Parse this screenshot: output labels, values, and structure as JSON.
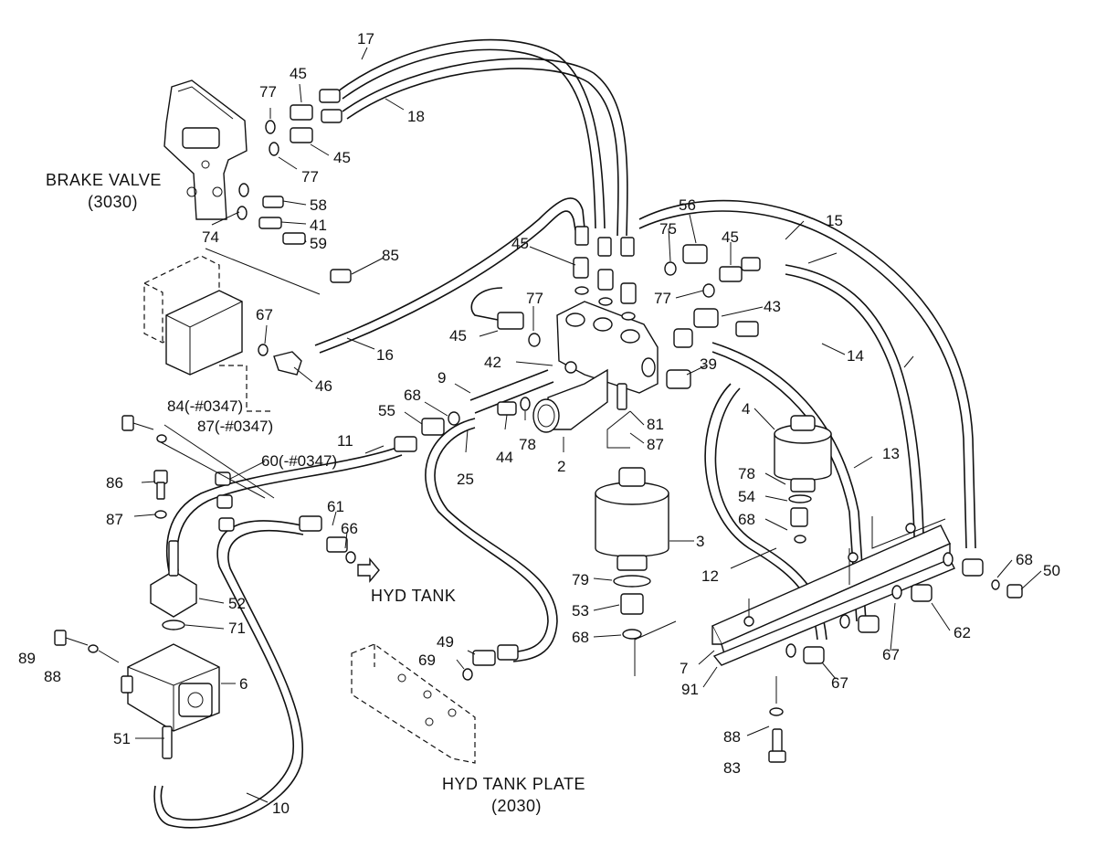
{
  "labels": {
    "brake_valve_title": "BRAKE VALVE",
    "brake_valve_ref": "(3030)",
    "hyd_tank": "HYD TANK",
    "hyd_tank_plate_title": "HYD TANK PLATE",
    "hyd_tank_plate_ref": "(2030)"
  },
  "callouts": {
    "c17": "17",
    "c18": "18",
    "c45a": "45",
    "c45b": "45",
    "c77a": "77",
    "c77b": "77",
    "c58": "58",
    "c41": "41",
    "c59": "59",
    "c74": "74",
    "c85": "85",
    "c67a": "67",
    "c46": "46",
    "c16": "16",
    "c84": "84(-#0347)",
    "c87a": "87(-#0347)",
    "c11": "11",
    "c60": "60(-#0347)",
    "c86": "86",
    "c87b": "87",
    "c61": "61",
    "c66": "66",
    "c52": "52",
    "c71": "71",
    "c89": "89",
    "c88a": "88",
    "c6": "6",
    "c51": "51",
    "c10": "10",
    "c49": "49",
    "c69": "69",
    "c68a": "68",
    "c55": "55",
    "c9": "9",
    "c25": "25",
    "c44": "44",
    "c78a": "78",
    "c2": "2",
    "c42": "42",
    "c45c": "45",
    "c77c": "77",
    "c45d": "45",
    "c75": "75",
    "c56": "56",
    "c45e": "45",
    "c77d": "77",
    "c43": "43",
    "c15": "15",
    "c14": "14",
    "c39": "39",
    "c81": "81",
    "c87c": "87",
    "c3": "3",
    "c79": "79",
    "c53": "53",
    "c68b": "68",
    "c4": "4",
    "c78b": "78",
    "c54": "54",
    "c68c": "68",
    "c13": "13",
    "c12": "12",
    "c7": "7",
    "c91": "91",
    "c88b": "88",
    "c83": "83",
    "c67b": "67",
    "c67c": "67",
    "c62": "62",
    "c68d": "68",
    "c50": "50"
  }
}
